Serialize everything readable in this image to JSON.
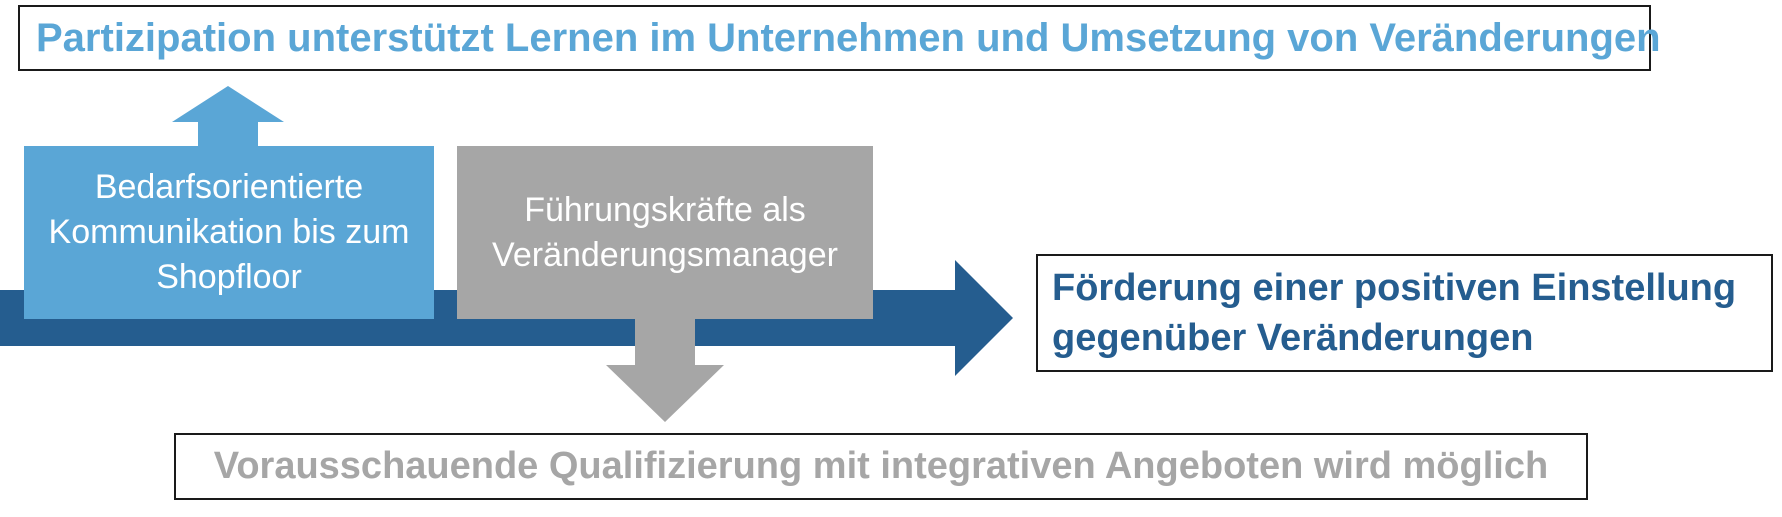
{
  "colors": {
    "light_blue": "#5aa6d6",
    "dark_blue": "#255d8f",
    "gray": "#a6a6a6",
    "border": "#1a1a1a"
  },
  "top_statement": "Partizipation unterstützt Lernen im Unternehmen und Umsetzung von Veränderungen",
  "cards": {
    "communication": "Bedarfsorientierte Kommunikation bis zum Shopfloor",
    "managers": "Führungskräfte als Veränderungsmanager"
  },
  "right_statement": "Förderung einer positiven Einstellung gegenüber Veränderungen",
  "bottom_statement": "Vorausschauende Qualifizierung mit integrativen Angeboten wird möglich"
}
